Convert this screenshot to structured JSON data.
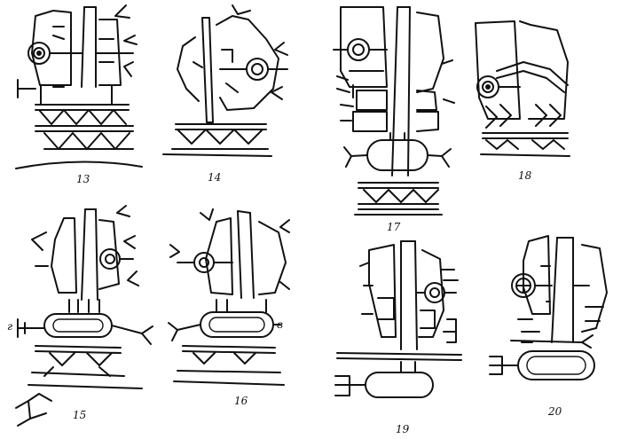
{
  "figures": [
    {
      "id": "fig13",
      "label": "13"
    },
    {
      "id": "fig14",
      "label": "14"
    },
    {
      "id": "fig15",
      "label": "15"
    },
    {
      "id": "fig16",
      "label": "16"
    },
    {
      "id": "fig17",
      "label": "17"
    },
    {
      "id": "fig18",
      "label": "18"
    },
    {
      "id": "fig19",
      "label": "19"
    },
    {
      "id": "fig20",
      "label": "20"
    }
  ],
  "letters": {
    "g": "г",
    "v": "в"
  }
}
